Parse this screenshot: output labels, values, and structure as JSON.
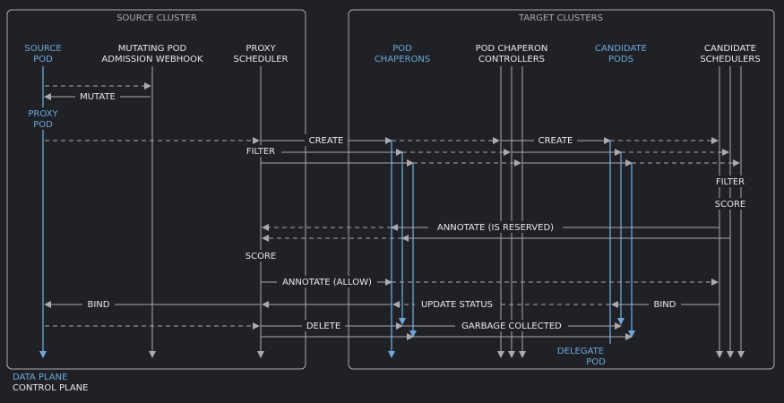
{
  "groups": {
    "source_cluster": "SOURCE CLUSTER",
    "target_clusters": "TARGET CLUSTERS"
  },
  "actors": {
    "source_pod": [
      "SOURCE",
      "POD"
    ],
    "mutating_webhook": [
      "MUTATING POD",
      "ADMISSION WEBHOOK"
    ],
    "proxy_scheduler": [
      "PROXY",
      "SCHEDULER"
    ],
    "pod_chaperons": [
      "POD",
      "CHAPERONS"
    ],
    "chaperon_controllers": [
      "POD CHAPERON",
      "CONTROLLERS"
    ],
    "candidate_pods": [
      "CANDIDATE",
      "PODS"
    ],
    "candidate_schedulers": [
      "CANDIDATE",
      "SCHEDULERS"
    ]
  },
  "notes": {
    "proxy_pod": [
      "PROXY",
      "POD"
    ],
    "filter_proxy": "FILTER",
    "filter_candidate": "FILTER",
    "score_candidate": "SCORE",
    "score_proxy": "SCORE",
    "delegate_pod": [
      "DELEGATE",
      "POD"
    ]
  },
  "messages": {
    "mutate": "MUTATE",
    "create_1": "CREATE",
    "create_2": "CREATE",
    "annotate_reserved": "ANNOTATE (IS RESERVED)",
    "annotate_allow": "ANNOTATE (ALLOW)",
    "bind_left": "BIND",
    "update_status": "UPDATE STATUS",
    "bind_right": "BIND",
    "delete": "DELETE",
    "garbage_collected": "GARBAGE COLLECTED"
  },
  "legend": {
    "data_plane": "DATA PLANE",
    "control_plane": "CONTROL PLANE"
  },
  "colors": {
    "background": "#1f2126",
    "control": "#a9abb0",
    "data": "#6fa8d8",
    "text": "#e8e8e8"
  }
}
